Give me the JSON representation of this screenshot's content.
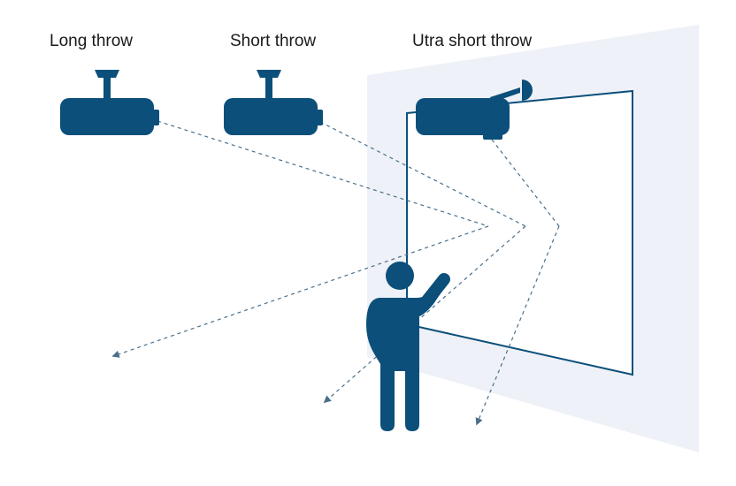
{
  "labels": {
    "long_throw": "Long throw",
    "short_throw": "Short throw",
    "ultra_short_throw": "Utra short throw"
  },
  "colors": {
    "projector": "#0b4f7a",
    "wall": "#eef1f7",
    "screen_outline": "#0b4f7a",
    "beam": "#4a6f8a",
    "person": "#0b4f7a"
  },
  "icons": {
    "projector": "ceiling-projector-icon",
    "ultra_projector": "wall-mounted-projector-icon",
    "person": "person-pointing-icon"
  }
}
